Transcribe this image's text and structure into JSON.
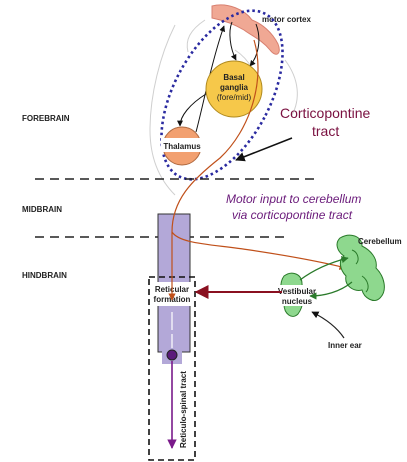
{
  "regions": {
    "forebrain": "FOREBRAIN",
    "midbrain": "MIDBRAIN",
    "hindbrain": "HINDBRAIN"
  },
  "structures": {
    "motor_cortex": "motor cortex",
    "basal_ganglia_line1": "Basal",
    "basal_ganglia_line2": "ganglia",
    "basal_ganglia_line3": "(fore/mid)",
    "thalamus": "Thalamus",
    "cerebellum": "Cerebellum",
    "vestibular_line1": "Vestibular",
    "vestibular_line2": "nucleus",
    "inner_ear": "Inner ear",
    "reticular_line1": "Reticular",
    "reticular_line2": "formation",
    "reticulospinal": "Reticulo-spinal tract"
  },
  "annotations": {
    "corticopontine_line1": "Corticopontine",
    "corticopontine_line2": "tract",
    "motor_input_line1": "Motor input to cerebellum",
    "motor_input_line2": "via corticopontine tract"
  },
  "colors": {
    "cortex": "#f0a894",
    "basal": "#f6c84a",
    "thalamus": "#f2a070",
    "brainstem": "#b3a8d8",
    "cerebellum": "#8ed88e",
    "dotted_loop": "#2a2aa0",
    "tract": "#c0501a",
    "reticulospinal": "#7a1a8a"
  }
}
